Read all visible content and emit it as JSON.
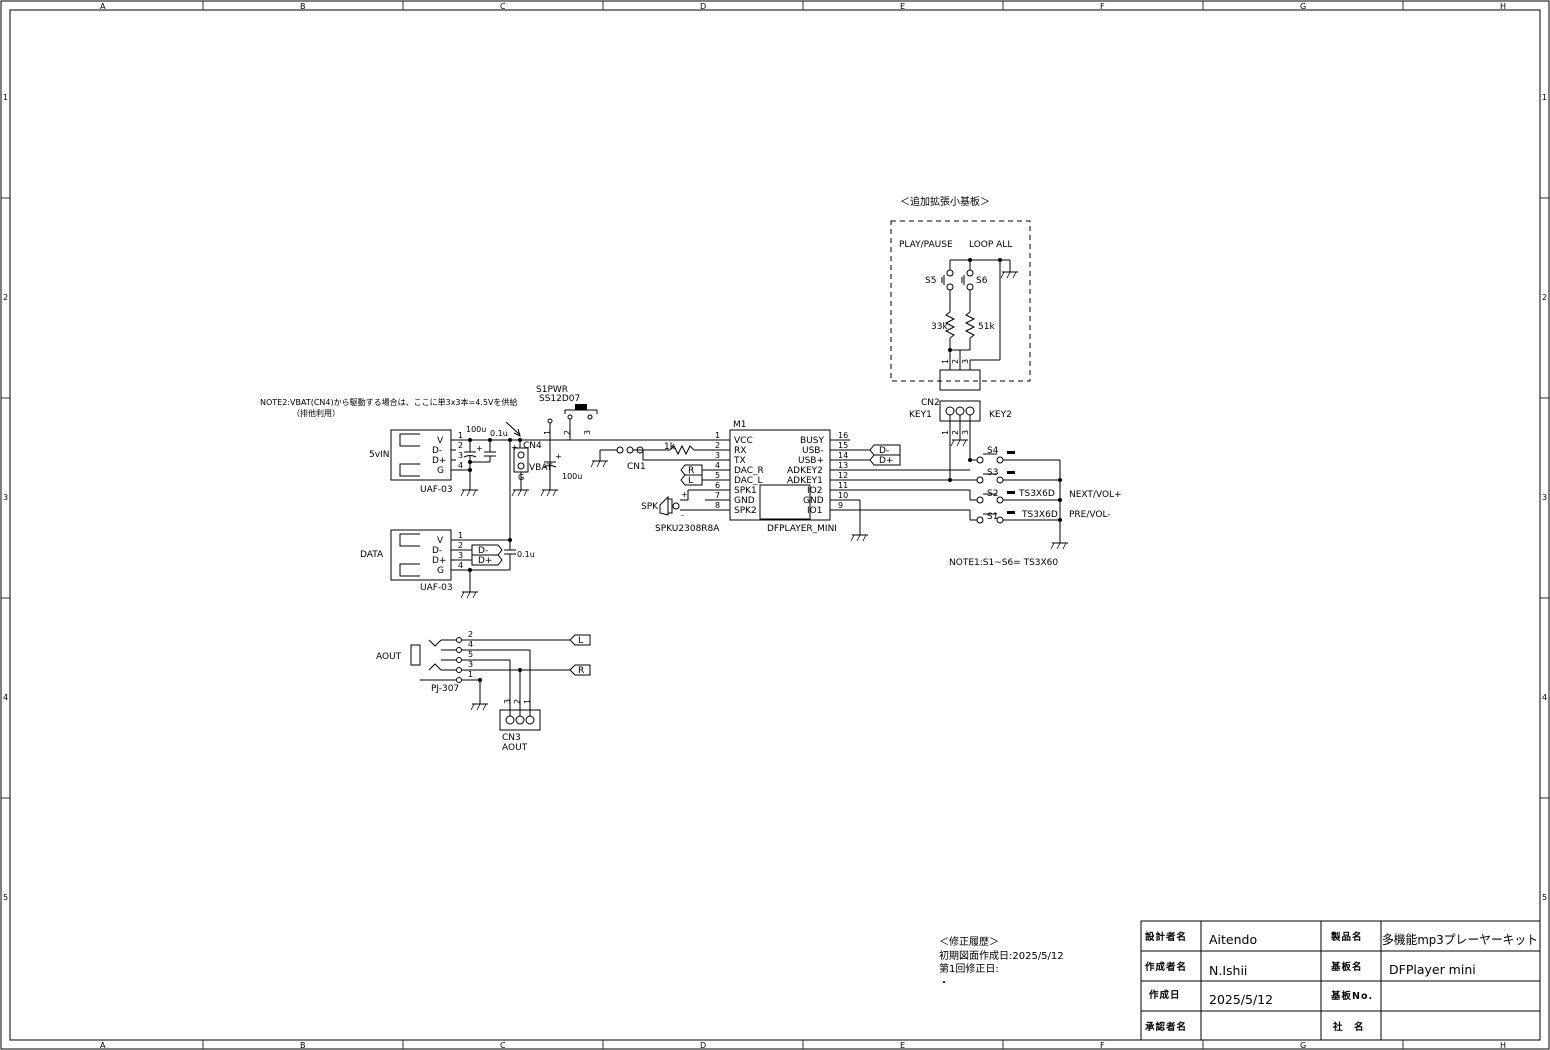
{
  "frame": {
    "col_markers": [
      "A",
      "B",
      "C",
      "D",
      "E",
      "F",
      "G",
      "H"
    ],
    "row_markers": [
      "1",
      "2",
      "3",
      "4",
      "5"
    ]
  },
  "ext_board": {
    "title": "＜追加拡張小基板＞",
    "play_pause": "PLAY/PAUSE",
    "loop_all": "LOOP ALL",
    "s5": "S5",
    "s6": "S6",
    "r1": "33k",
    "r2": "51k",
    "pins": [
      "1",
      "2",
      "3"
    ]
  },
  "cn2": {
    "ref": "CN2",
    "key1": "KEY1",
    "key2": "KEY2",
    "pins": [
      "1",
      "2",
      "3"
    ]
  },
  "note2": {
    "line1": "NOTE2:VBAT(CN4)から駆動する場合は、ここに単3x3本=4.5Vを供給",
    "line2": "（排他利用）"
  },
  "s1pwr": {
    "ref": "S1PWR",
    "part": "SS12D07",
    "pin1": "1",
    "pin2": "2",
    "pin3": "3"
  },
  "usb_power": {
    "label": "5vIN",
    "part": "UAF-03",
    "pin_names": [
      "V",
      "D-",
      "D+",
      "G"
    ],
    "pin_nums": [
      "1",
      "2",
      "3",
      "4"
    ],
    "cap1": "100u",
    "cap2": "0.1u"
  },
  "cn4": {
    "ref": "CN4",
    "name": "VBAT",
    "plus": "+",
    "g": "G",
    "cap": "100u",
    "cap_plus": "+"
  },
  "usb_data": {
    "label": "DATA",
    "part": "UAF-03",
    "pin_names": [
      "V",
      "D-",
      "D+",
      "G"
    ],
    "pin_nums": [
      "1",
      "2",
      "3",
      "4"
    ],
    "tag_dm": "D-",
    "tag_dp": "D+",
    "cap": "0.1u"
  },
  "cn1": {
    "ref": "CN1",
    "res": "1k"
  },
  "dac_tags": {
    "r": "R",
    "l": "L"
  },
  "speaker": {
    "ref": "SPK",
    "part": "SPKU2308R8A",
    "plus": "+",
    "minus": "-"
  },
  "m1": {
    "ref": "M1",
    "part": "DFPLAYER_MINI",
    "left_pins": [
      {
        "name": "VCC",
        "num": "1"
      },
      {
        "name": "RX",
        "num": "2"
      },
      {
        "name": "TX",
        "num": "3"
      },
      {
        "name": "DAC_R",
        "num": "4"
      },
      {
        "name": "DAC_L",
        "num": "5"
      },
      {
        "name": "SPK1",
        "num": "6"
      },
      {
        "name": "GND",
        "num": "7"
      },
      {
        "name": "SPK2",
        "num": "8"
      }
    ],
    "right_pins": [
      {
        "name": "BUSY",
        "num": "16"
      },
      {
        "name": "USB-",
        "num": "15"
      },
      {
        "name": "USB+",
        "num": "14"
      },
      {
        "name": "ADKEY2",
        "num": "13"
      },
      {
        "name": "ADKEY1",
        "num": "12"
      },
      {
        "name": "IO2",
        "num": "11"
      },
      {
        "name": "GND",
        "num": "10"
      },
      {
        "name": "IO1",
        "num": "9"
      }
    ],
    "tag_dm": "D-",
    "tag_dp": "D+"
  },
  "switches": {
    "s4": "S4",
    "s3": "S3",
    "s2": "S2",
    "s2_part": "TS3X6D",
    "s1": "S1",
    "s1_part": "TS3X6D",
    "next": "NEXT/VOL+",
    "prev": "PRE/VOL-",
    "note1": "NOTE1:S1~S6= TS3X60"
  },
  "aout": {
    "label": "AOUT",
    "part": "PJ-307",
    "pin_nums": [
      "2",
      "4",
      "5",
      "3",
      "1"
    ],
    "tag_l": "L",
    "tag_r": "R",
    "cn3_ref": "CN3",
    "cn3_name": "AOUT",
    "cn3_pins": [
      "3",
      "2",
      "1"
    ]
  },
  "revision": {
    "title": "＜修正履歴＞",
    "line1": "初期図面作成日:2025/5/12",
    "line2": "第1回修正日:",
    "line3": "・"
  },
  "title_block": {
    "designer_label": "設計者名",
    "designer": "Aitendo",
    "author_label": "作成者名",
    "author": "N.Ishii",
    "date_label": "作成日",
    "date": "2025/5/12",
    "approver_label": "承認者名",
    "approver": "",
    "product_label": "製品名",
    "product": "多機能mp3プレーヤーキット",
    "board_label": "基板名",
    "board": "DFPlayer mini",
    "board_no_label": "基板No.",
    "board_no": "",
    "company_label": "社　名",
    "company": ""
  }
}
